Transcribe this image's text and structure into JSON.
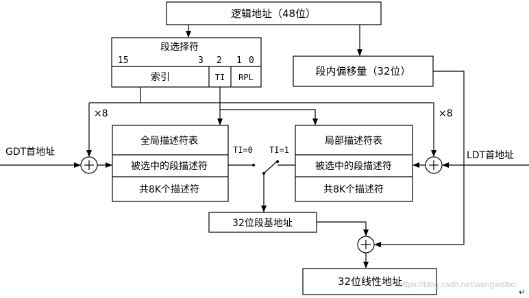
{
  "logical_address": "逻辑地址（48位）",
  "selector": {
    "title": "段选择符",
    "bit_15": "15",
    "bit_3": "3",
    "bit_2": "2",
    "bit_1": "1",
    "bit_0": "0",
    "index": "索引",
    "ti": "TI",
    "rpl": "RPL"
  },
  "offset": "段内偏移量（32位）",
  "gdt": {
    "title": "全局描述符表",
    "selected": "被选中的段描述符",
    "count": "共8K个描述符",
    "base_label": "GDT首地址"
  },
  "ldt": {
    "title": "局部描述符表",
    "selected": "被选中的段描述符",
    "count": "共8K个描述符",
    "base_label": "LDT首地址"
  },
  "multiply_left": "×8",
  "multiply_right": "×8",
  "ti_zero": "TI=0",
  "ti_one": "TI=1",
  "segment_base": "32位段基地址",
  "linear_address": "32位线性地址",
  "watermark": "https://blog.csdn.net/wangwsibo",
  "corner_mark": "↵",
  "colors": {
    "line": "#000000",
    "background": "#ffffff",
    "watermark": "#c8c8c8"
  }
}
